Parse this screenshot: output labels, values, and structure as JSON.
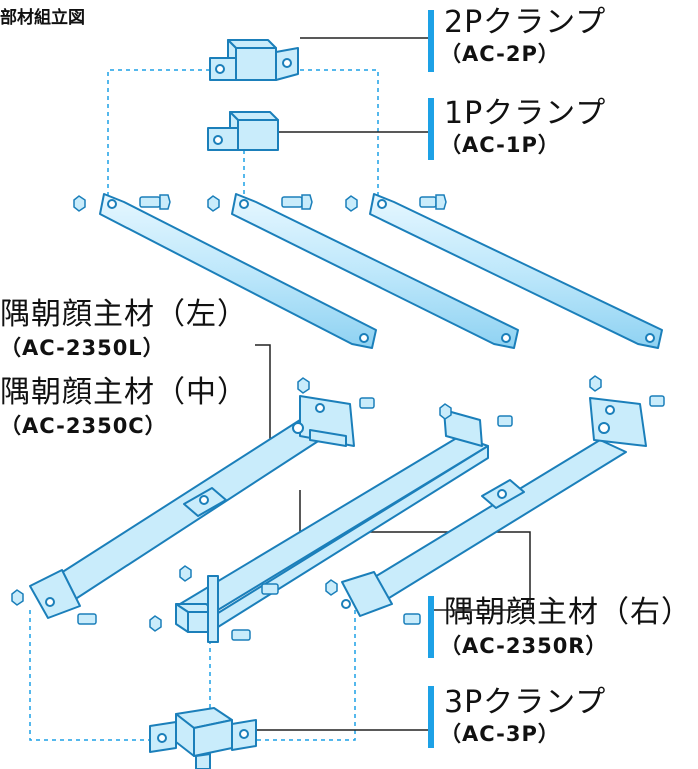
{
  "title": "部材組立図",
  "accent_color": "#1da1e6",
  "part_fill": "#c9ecfb",
  "part_stroke": "#1b7fba",
  "parts": {
    "clamp_2p": {
      "name": "2Pクランプ",
      "code": "（AC-2P）"
    },
    "clamp_1p": {
      "name": "1Pクランプ",
      "code": "（AC-1P）"
    },
    "main_left": {
      "name": "隅朝顔主材（左）",
      "code": "（AC-2350L）"
    },
    "main_center": {
      "name": "隅朝顔主材（中）",
      "code": "（AC-2350C）"
    },
    "main_right": {
      "name": "隅朝顔主材（右）",
      "code": "（AC-2350R）"
    },
    "clamp_3p": {
      "name": "3Pクランプ",
      "code": "（AC-3P）"
    }
  }
}
